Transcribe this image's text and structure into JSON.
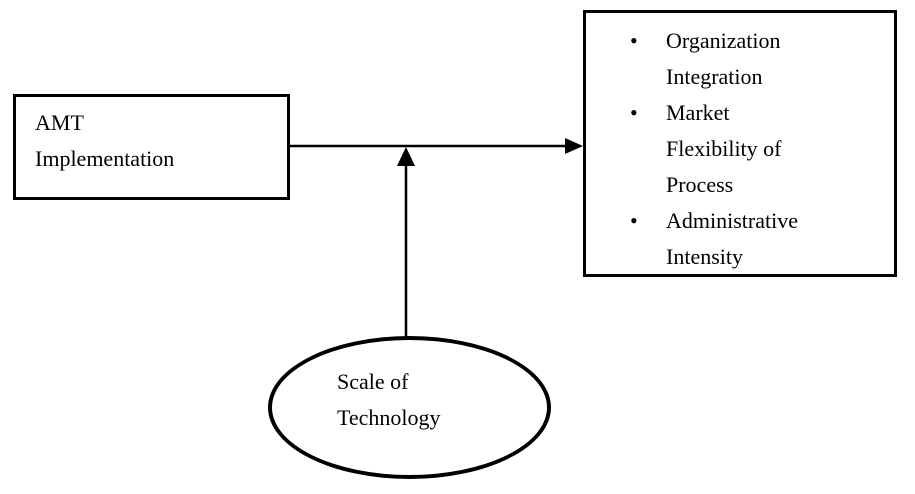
{
  "diagram": {
    "background_color": "#ffffff",
    "line_color": "#000000",
    "text_color": "#000000",
    "bullet_glyph": "•",
    "nodes": {
      "left_box": {
        "shape": "rectangle",
        "label": "AMT Implementation",
        "lines": [
          "AMT",
          "Implementation"
        ]
      },
      "right_box": {
        "shape": "rectangle",
        "items": [
          {
            "text": "Organization Integration",
            "lines": [
              "Organization",
              "Integration"
            ]
          },
          {
            "text": "Market Flexibility of Process",
            "lines": [
              "Market",
              "Flexibility of",
              "Process"
            ]
          },
          {
            "text": "Administrative Intensity",
            "lines": [
              "Administrative",
              "Intensity"
            ]
          }
        ]
      },
      "moderator_ellipse": {
        "shape": "ellipse",
        "label": "Scale of Technology",
        "lines": [
          "Scale of",
          "Technology"
        ]
      }
    },
    "edges": [
      {
        "from": "left_box",
        "to": "right_box",
        "type": "arrow",
        "direction": "right"
      },
      {
        "from": "moderator_ellipse",
        "to": "left_box-right_box-arrow",
        "type": "arrow",
        "direction": "up"
      }
    ]
  }
}
